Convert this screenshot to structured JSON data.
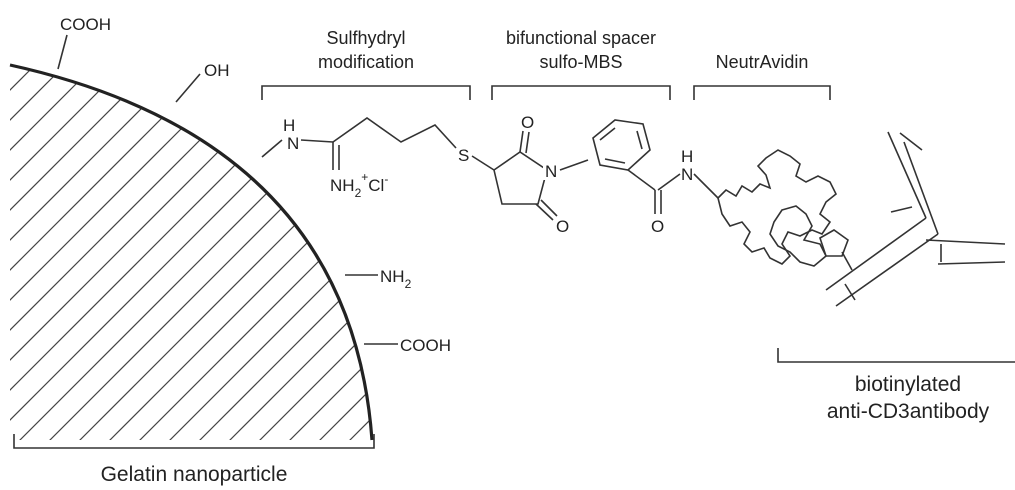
{
  "labels": {
    "sulfhydryl_1": "Sulfhydryl",
    "sulfhydryl_2": "modification",
    "spacer_1": "bifunctional spacer",
    "spacer_2": "sulfo-MBS",
    "neutravidin": "NeutrAvidin",
    "antibody_1": "biotinylated",
    "antibody_2": "anti-CD3antibody",
    "particle": "Gelatin nanoparticle"
  },
  "groups": {
    "cooh_top": "COOH",
    "oh": "OH",
    "nh2": "NH",
    "nh2_sub": "2",
    "cooh_bottom": "COOH",
    "imine_nh": "H",
    "imine_n": "N",
    "amidine_nh2": "NH",
    "amidine_sub": "2",
    "amidine_plus": "+",
    "amidine_cl": "Cl",
    "amidine_minus": "-",
    "sulfur": "S",
    "imide_n": "N",
    "o_top": "O",
    "o_bottom": "O",
    "amide_o": "O",
    "amide_n": "N",
    "amide_h": "H"
  },
  "colors": {
    "ink": "#222222",
    "hatch": "#444444",
    "background": "#ffffff"
  }
}
